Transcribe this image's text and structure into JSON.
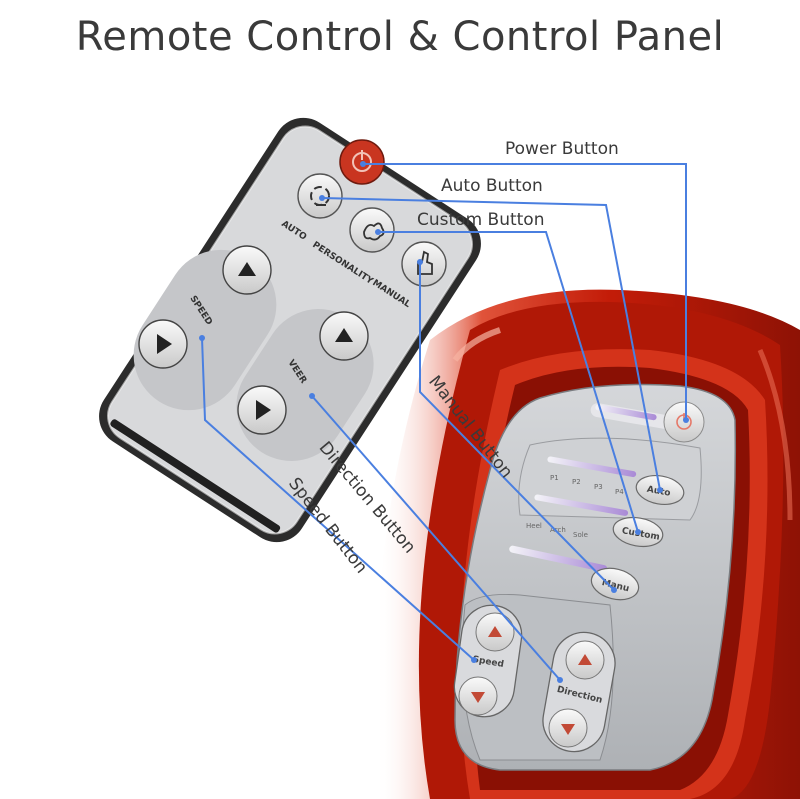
{
  "title": "Remote Control & Control Panel",
  "callouts": {
    "power": "Power Button",
    "auto": "Auto Button",
    "custom": "Custom Button",
    "manual": "Manual Button",
    "direction": "Direction Button",
    "speed": "Speed Button"
  },
  "remote": {
    "mode_labels": [
      "AUTO",
      "PERSONALITY",
      "MANUAL"
    ],
    "speed_label": "SPEED",
    "veer_label": "VEER"
  },
  "panel": {
    "auto_label": "Auto",
    "custom_label": "Custom",
    "manual_label": "Manu",
    "presets": [
      "P1",
      "P2",
      "P3",
      "P4"
    ],
    "zones": [
      "Heel",
      "Arch",
      "Sole"
    ],
    "speed_label": "Speed",
    "direction_label": "Direction"
  },
  "colors": {
    "callout_line": "#4a7fe0",
    "power_red": "#d63a1f",
    "device_red": "#c01f0c",
    "remote_body": "#d8d9db"
  }
}
